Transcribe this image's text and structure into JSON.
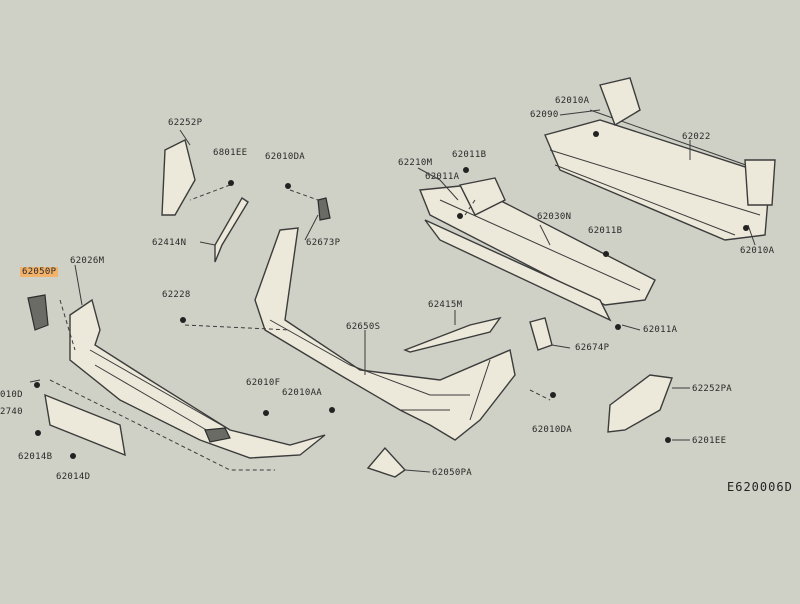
{
  "diagram": {
    "drawing_code": "E620006D",
    "colors": {
      "background": "#cfd1c6",
      "highlight": "#f2b26a",
      "ink": "#3c3c3c"
    },
    "labels": {
      "p62252P": "62252P",
      "p6801EE_top": "6801EE",
      "p62010DA_top": "62010DA",
      "p62414N": "62414N",
      "p62673P": "62673P",
      "p62050P": "62050P",
      "p62026M": "62026M",
      "p62228": "62228",
      "p62010D": "010D",
      "p62740": "2740",
      "p62014B": "62014B",
      "p62014D": "62014D",
      "p62010F": "62010F",
      "p62010AA": "62010AA",
      "p62650S": "62650S",
      "p62415M": "62415M",
      "p62050PA": "62050PA",
      "p62210M": "62210M",
      "p62011B_top": "62011B",
      "p62011A_top": "62011A",
      "p62030N": "62030N",
      "p62011B_mid": "62011B",
      "p62674P": "62674P",
      "p62011A_mid": "62011A",
      "p62010DA_bot": "62010DA",
      "p62252PA": "62252PA",
      "p6201EE_bot": "6201EE",
      "p62010A_top": "62010A",
      "p62090": "62090",
      "p62022": "62022",
      "p62010A_bot": "62010A"
    }
  }
}
